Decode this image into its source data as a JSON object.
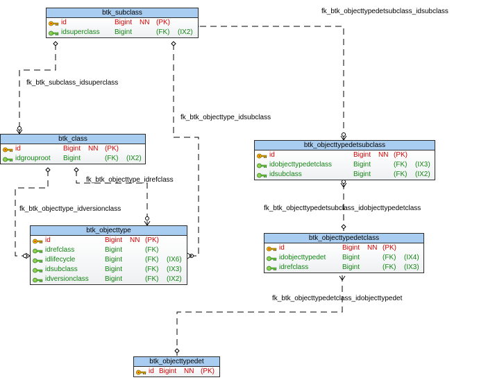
{
  "entities": [
    {
      "id": "subclass",
      "title": "btk_subclass",
      "columns": [
        {
          "name": "id",
          "type": "Bigint",
          "nn": "NN",
          "keys": "(PK)",
          "index": "",
          "kind": "pk"
        },
        {
          "name": "idsuperclass",
          "type": "Bigint",
          "nn": "",
          "keys": "(FK)",
          "index": "(IX2)",
          "kind": "fk"
        }
      ]
    },
    {
      "id": "class",
      "title": "btk_class",
      "columns": [
        {
          "name": "id",
          "type": "Bigint",
          "nn": "NN",
          "keys": "(PK)",
          "index": "",
          "kind": "pk"
        },
        {
          "name": "idgrouproot",
          "type": "Bigint",
          "nn": "",
          "keys": "(FK)",
          "index": "(IX2)",
          "kind": "fk"
        }
      ]
    },
    {
      "id": "objecttype",
      "title": "btk_objecttype",
      "columns": [
        {
          "name": "id",
          "type": "Bigint",
          "nn": "NN",
          "keys": "(PK)",
          "index": "",
          "kind": "pk"
        },
        {
          "name": "idrefclass",
          "type": "Bigint",
          "nn": "",
          "keys": "(FK)",
          "index": "",
          "kind": "fk"
        },
        {
          "name": "idlifecycle",
          "type": "Bigint",
          "nn": "",
          "keys": "(FK)",
          "index": "(IX6)",
          "kind": "fk"
        },
        {
          "name": "idsubclass",
          "type": "Bigint",
          "nn": "",
          "keys": "(FK)",
          "index": "(IX3)",
          "kind": "fk"
        },
        {
          "name": "idversionclass",
          "type": "Bigint",
          "nn": "",
          "keys": "(FK)",
          "index": "(IX2)",
          "kind": "fk"
        }
      ]
    },
    {
      "id": "otdsubclass",
      "title": "btk_objecttypedetsubclass",
      "columns": [
        {
          "name": "id",
          "type": "Bigint",
          "nn": "NN",
          "keys": "(PK)",
          "index": "",
          "kind": "pk"
        },
        {
          "name": "idobjecttypedetclass",
          "type": "Bigint",
          "nn": "",
          "keys": "(FK)",
          "index": "(IX3)",
          "kind": "fk"
        },
        {
          "name": "idsubclass",
          "type": "Bigint",
          "nn": "",
          "keys": "(FK)",
          "index": "(IX2)",
          "kind": "fk"
        }
      ]
    },
    {
      "id": "otdclass",
      "title": "btk_objecttypedetclass",
      "columns": [
        {
          "name": "id",
          "type": "Bigint",
          "nn": "NN",
          "keys": "(PK)",
          "index": "",
          "kind": "pk"
        },
        {
          "name": "idobjecttypedet",
          "type": "Bigint",
          "nn": "",
          "keys": "(FK)",
          "index": "(IX4)",
          "kind": "fk"
        },
        {
          "name": "idrefclass",
          "type": "Bigint",
          "nn": "",
          "keys": "(FK)",
          "index": "(IX3)",
          "kind": "fk"
        }
      ]
    },
    {
      "id": "otd",
      "title": "btk_objecttypedet",
      "columns": [
        {
          "name": "id",
          "type": "Bigint",
          "nn": "NN",
          "keys": "(PK)",
          "index": "",
          "kind": "pk"
        }
      ]
    }
  ],
  "relationships": [
    {
      "id": "r1",
      "label": "fk_btk_objecttypedetsubclass_idsubclass"
    },
    {
      "id": "r2",
      "label": "fk_btk_subclass_idsuperclass"
    },
    {
      "id": "r3",
      "label": "fk_btk_objecttype_idsubclass"
    },
    {
      "id": "r4",
      "label": "fk_btk_objecttype_idrefclass"
    },
    {
      "id": "r5",
      "label": "fk_btk_objecttype_idversionclass"
    },
    {
      "id": "r6",
      "label": "fk_btk_objecttypedetsubclass_idobjecttypedetclass"
    },
    {
      "id": "r7",
      "label": "fk_btk_objecttypedetclass_idobjecttypedet"
    }
  ],
  "colors": {
    "header": "#a9cdf0",
    "pk_text": "#d80000",
    "fk_text": "#148514",
    "line": "#000000"
  }
}
